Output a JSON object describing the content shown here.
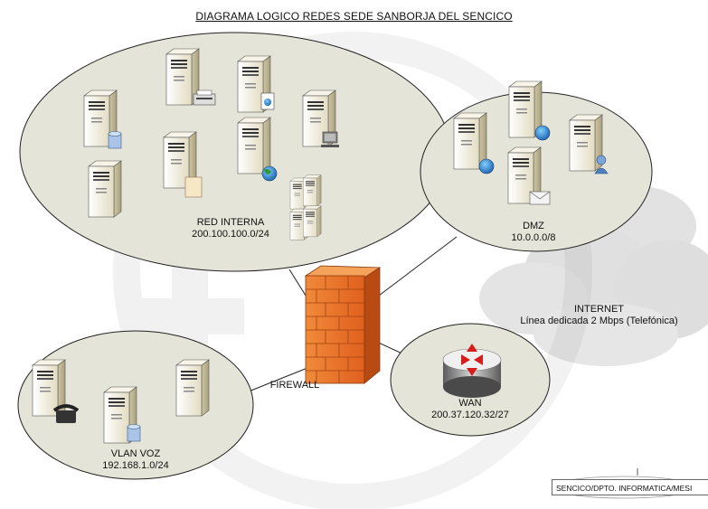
{
  "title": "DIAGRAMA LOGICO REDES SEDE SANBORJA DEL SENCICO",
  "zones": {
    "red_interna": {
      "name": "RED INTERNA",
      "subnet": "200.100.100.0/24"
    },
    "dmz": {
      "name": "DMZ",
      "subnet": "10.0.0.0/8"
    },
    "vlan_voz": {
      "name": "VLAN VOZ",
      "subnet": "192.168.1.0/24"
    },
    "wan": {
      "name": "WAN",
      "subnet": "200.37.120.32/27"
    }
  },
  "firewall": {
    "label": "FIREWALL"
  },
  "internet": {
    "name": "INTERNET",
    "link": "Línea dedicada 2 Mbps (Telefónica)"
  },
  "footer": "SENCICO/DPTO. INFORMATICA/MESI",
  "colors": {
    "zone_fill": "#e5e4d8",
    "zone_stroke": "#222222",
    "firewall": "#e8702a",
    "server_body": "#f1ecd8",
    "cloud": "#dcdcdc"
  }
}
